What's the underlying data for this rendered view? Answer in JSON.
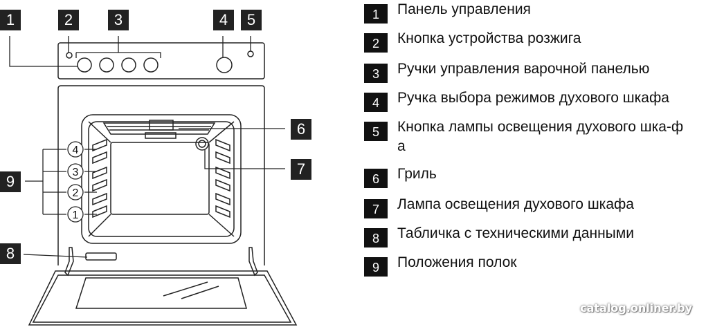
{
  "callouts": {
    "c1": "1",
    "c2": "2",
    "c3": "3",
    "c4": "4",
    "c5": "5",
    "c6": "6",
    "c7": "7",
    "c8": "8",
    "c9": "9"
  },
  "shelf_positions": [
    "4",
    "3",
    "2",
    "1"
  ],
  "legend": [
    {
      "num": "1",
      "text": "Панель управления"
    },
    {
      "num": "2",
      "text": "Кнопка устройства розжига"
    },
    {
      "num": "3",
      "text": "Ручки управления варочной панелью"
    },
    {
      "num": "4",
      "text": "Ручка выбора режимов духового шкафа"
    },
    {
      "num": "5",
      "text": "Кнопка лампы освещения духового шка-фа"
    },
    {
      "num": "6",
      "text": "Гриль"
    },
    {
      "num": "7",
      "text": "Лампа освещения духового шкафа"
    },
    {
      "num": "8",
      "text": "Табличка с техническими данными"
    },
    {
      "num": "9",
      "text": "Положения полок"
    }
  ],
  "watermark": "catalog.onliner.by"
}
